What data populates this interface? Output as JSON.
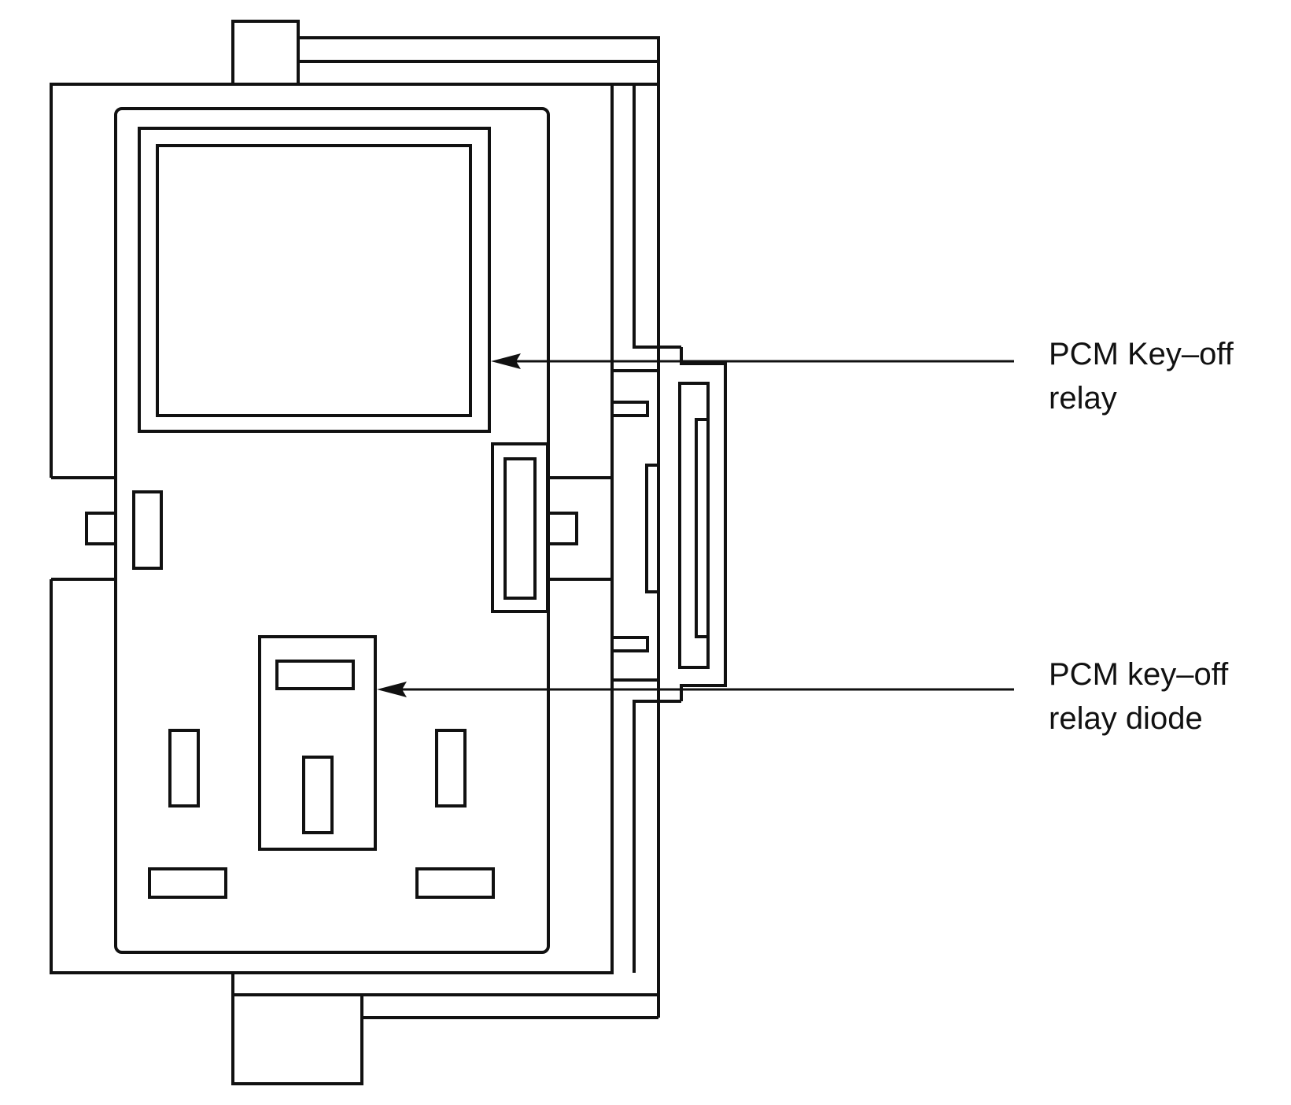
{
  "labels": {
    "relay": {
      "line1": "PCM Key–off",
      "line2": "relay"
    },
    "diode": {
      "line1": "PCM key–off",
      "line2": "relay diode"
    }
  },
  "colors": {
    "stroke": "#111111",
    "background": "#ffffff"
  }
}
